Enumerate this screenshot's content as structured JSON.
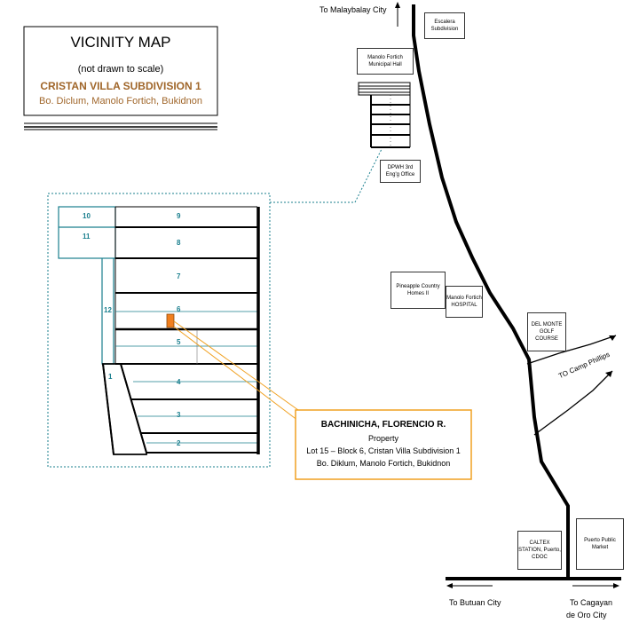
{
  "title_box": {
    "title": "VICINITY MAP",
    "note": "(not drawn to scale)",
    "subdivision": "CRISTAN VILLA SUBDIVISION 1",
    "location": "Bo. Diclum, Manolo Fortich, Bukidnon",
    "accent_color": "#a0662a"
  },
  "places": {
    "to_malaybalay": "To Malaybalay City",
    "escalera": "Escalera Subdivision",
    "municipal_hall": "Manolo Fortich Municipal Hall",
    "dpwh": "DPWH 3rd Eng'g Office",
    "pineapple": "Pineapple Country Homes II",
    "hospital": "Manolo Fortich HOSPITAL",
    "golf": "DEL MONTE GOLF COURSE",
    "camp_phillips": "TO Camp Phillips",
    "caltex": "CALTEX STATION, Puerto, CDOC",
    "market": "Puerto Public Market",
    "butuan": "To Butuan City",
    "cagayan_line1": "To Cagayan",
    "cagayan_line2": "de Oro City"
  },
  "blocks": [
    "10",
    "9",
    "11",
    "8",
    "7",
    "12",
    "6",
    "5",
    "1",
    "4",
    "3",
    "2"
  ],
  "property": {
    "owner": "BACHINICHA, FLORENCIO R.",
    "type": "Property",
    "lot": "Lot 15 – Block 6, Cristan Villa Subdivision 1",
    "address": "Bo. Diklum, Manolo Fortich, Bukidnon",
    "marker_color": "#f07f1e",
    "callout_color": "#f0a020"
  },
  "colors": {
    "teal": "#1a7f8e",
    "road": "#000000"
  }
}
